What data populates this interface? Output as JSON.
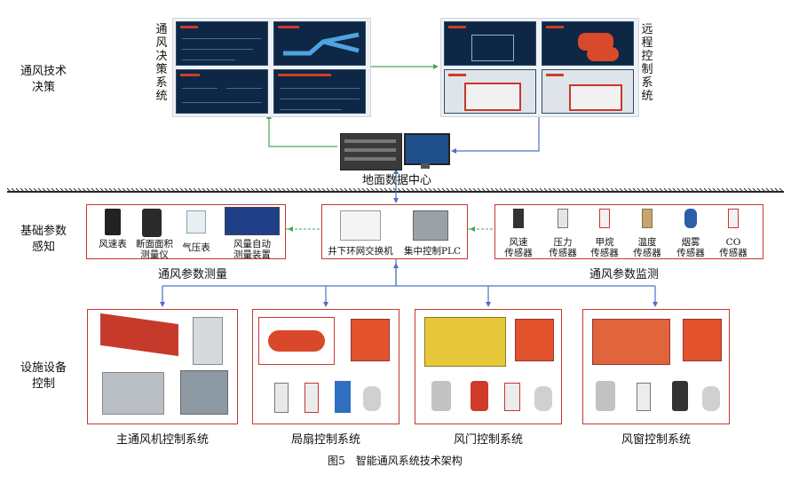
{
  "sections": {
    "decision": "通风技术\n决策",
    "sensing": "基础参数\n感知",
    "control": "设施设备\n控制"
  },
  "top": {
    "left_panel_title": "通风决策系统",
    "right_panel_title": "远程控制系统",
    "data_center": "地面数据中心"
  },
  "measurement": {
    "group_label": "通风参数测量",
    "items": [
      "风速表",
      "断面面积\n测量仪",
      "气压表",
      "风量自动\n测量装置"
    ]
  },
  "center": {
    "switch": "井下环网交换机",
    "plc": "集中控制PLC"
  },
  "monitoring": {
    "group_label": "通风参数监测",
    "items": [
      "风速\n传感器",
      "压力\n传感器",
      "甲烷\n传感器",
      "温度\n传感器",
      "烟雾\n传感器",
      "CO\n传感器"
    ]
  },
  "systems": [
    "主通风机控制系统",
    "局扇控制系统",
    "风门控制系统",
    "风窗控制系统"
  ],
  "caption": "图5　智能通风系统技术架构",
  "colors": {
    "frame_red": "#c9372c",
    "link_blue": "#4a72c4",
    "link_green": "#4aa55a",
    "device_orange": "#e2522c",
    "screen_navy": "#0d2745"
  }
}
